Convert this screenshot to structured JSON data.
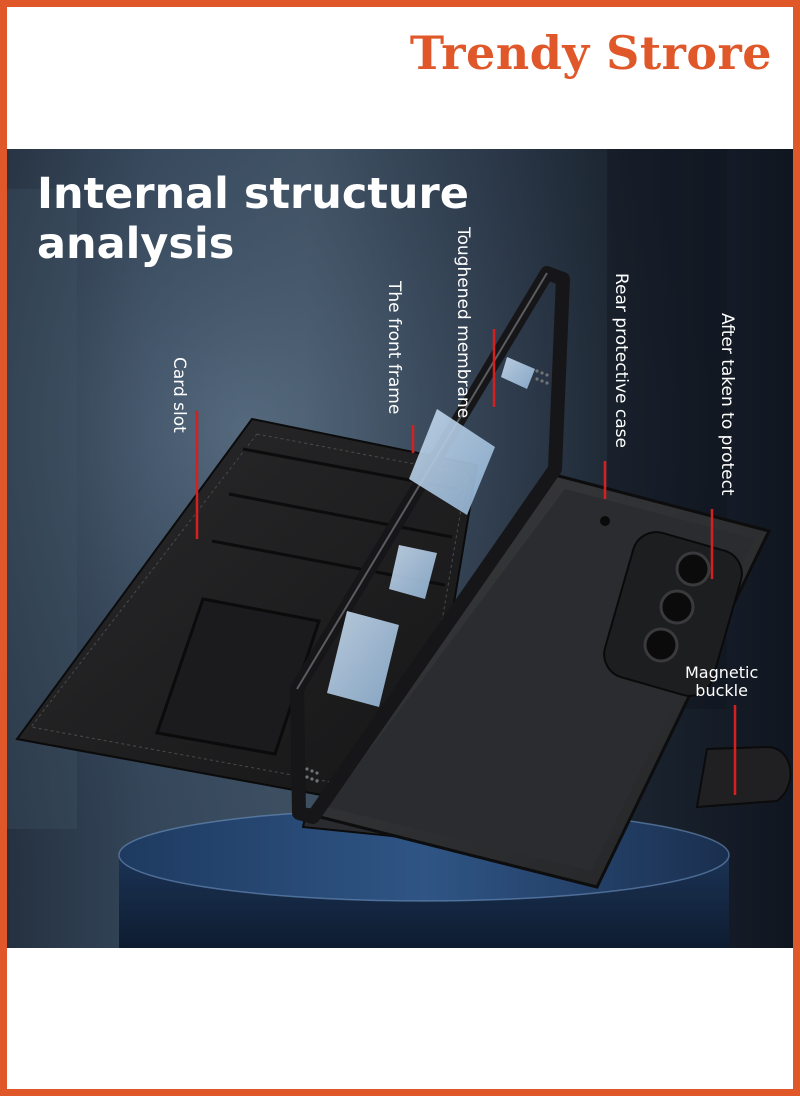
{
  "brand": {
    "name": "Trendy Strore"
  },
  "headline": {
    "line1": "Internal structure",
    "line2": "analysis"
  },
  "labels": {
    "card_slot": "Card slot",
    "front_frame": "The front frame",
    "membrane_line1": "Toughened",
    "membrane_line2": "membrane",
    "rear_case": "Rear protective case",
    "after_protect": "After taken to protect",
    "magnetic_line1": "Magnetic",
    "magnetic_line2": "buckle"
  },
  "colors": {
    "frame": "#e0572a",
    "brand": "#e0572a",
    "pointer": "#d62020",
    "background": "#ffffff"
  }
}
